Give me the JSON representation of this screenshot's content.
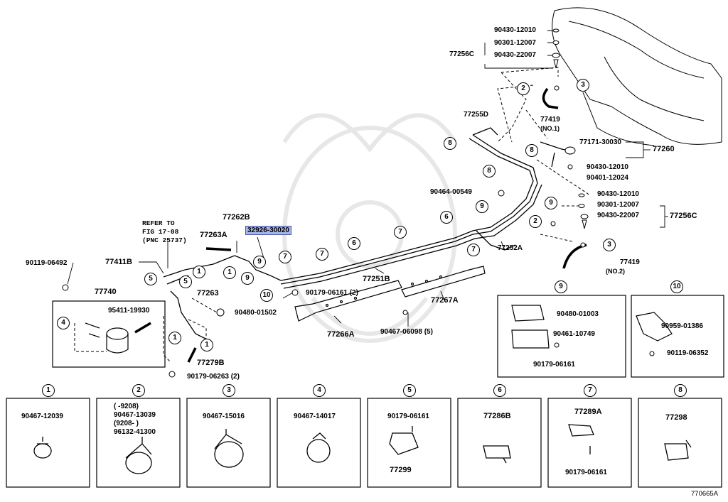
{
  "figure_code": "770665A",
  "highlighted_part": "32926-30020",
  "refer_note": {
    "line1": "REFER TO",
    "line2": "FIG 17-08",
    "line3": "(PNC 25737)"
  },
  "callouts": [
    "1",
    "2",
    "3",
    "4",
    "5",
    "6",
    "7",
    "8",
    "9",
    "10"
  ],
  "main_labels": {
    "p90430_12010_a": "90430-12010",
    "p90301_12007_a": "90301-12007",
    "p77256C_a": "77256C",
    "p90430_22007_a": "90430-22007",
    "p77419_1": "77419",
    "p77419_1_sub": "(NO.1)",
    "p77255D": "77255D",
    "p77171": "77171-30030",
    "p77260": "77260",
    "p90430_12010_b": "90430-12010",
    "p90401_12024": "90401-12024",
    "p90464_00549": "90464-00549",
    "p90430_12010_c": "90430-12010",
    "p90301_12007_b": "90301-12007",
    "p90430_22007_b": "90430-22007",
    "p77256C_b": "77256C",
    "p77252A": "77252A",
    "p77419_2": "77419",
    "p77419_2_sub": "(NO.2)",
    "p77262B": "77262B",
    "p77263A": "77263A",
    "p90119_06492": "90119-06492",
    "p77411B": "77411B",
    "p77263": "77263",
    "p77740": "77740",
    "p95411": "95411-19930",
    "p90480_01502": "90480-01502",
    "p77279B": "77279B",
    "p90179_06263": "90179-06263 (2)",
    "p90179_06161_2": "90179-06161 (2)",
    "p77251B": "77251B",
    "p77266A": "77266A",
    "p90467_06098": "90467-06098 (5)",
    "p77267A": "77267A"
  },
  "detail_9": {
    "a": "90480-01003",
    "b": "90461-10749",
    "c": "90179-06161"
  },
  "detail_10": {
    "a": "90959-01386",
    "b": "90119-06352"
  },
  "boxes": [
    {
      "num": "1",
      "lines": [
        "90467-12039"
      ]
    },
    {
      "num": "2",
      "lines": [
        "(     -9208)",
        "90467-13039",
        "(9208-     )",
        "96132-41300"
      ]
    },
    {
      "num": "3",
      "lines": [
        "90467-15016"
      ]
    },
    {
      "num": "4",
      "lines": [
        "90467-14017"
      ]
    },
    {
      "num": "5",
      "lines": [
        "90179-06161",
        "77299"
      ]
    },
    {
      "num": "6",
      "lines": [
        "77286B"
      ]
    },
    {
      "num": "7",
      "lines": [
        "77289A",
        "90179-06161"
      ]
    },
    {
      "num": "8",
      "lines": [
        "77298"
      ]
    }
  ]
}
